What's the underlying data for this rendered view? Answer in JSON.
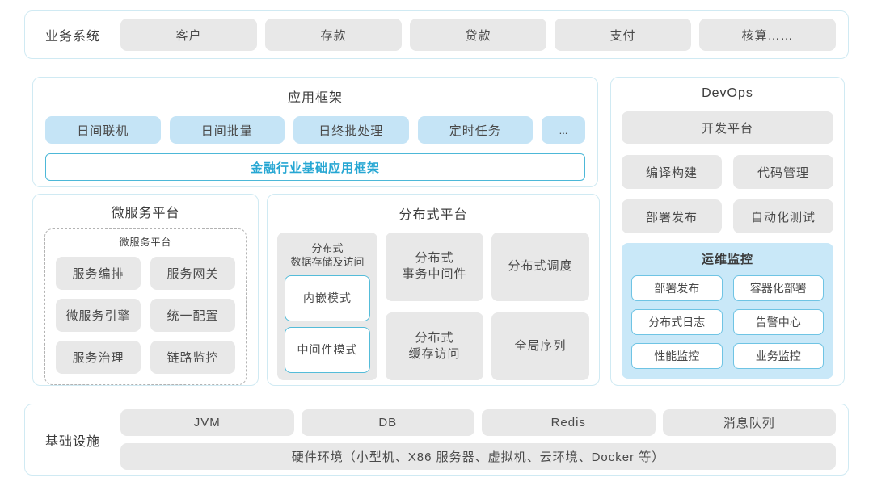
{
  "business": {
    "label": "业务系统",
    "items": [
      "客户",
      "存款",
      "贷款",
      "支付",
      "核算……"
    ]
  },
  "app_framework": {
    "title": "应用框架",
    "chips": [
      "日间联机",
      "日间批量",
      "日终批处理",
      "定时任务",
      "..."
    ],
    "base": "金融行业基础应用框架"
  },
  "microservice": {
    "title": "微服务平台",
    "inner_title": "微服务平台",
    "items": [
      "服务编排",
      "服务网关",
      "微服务引擎",
      "统一配置",
      "服务治理",
      "链路监控"
    ]
  },
  "distributed": {
    "title": "分布式平台",
    "storage": {
      "line1": "分布式",
      "line2": "数据存储及访问",
      "modes": [
        "内嵌模式",
        "中间件模式"
      ]
    },
    "columns": [
      {
        "cells": [
          {
            "l1": "分布式",
            "l2": "事务中间件"
          },
          {
            "l1": "分布式",
            "l2": "缓存访问"
          }
        ]
      },
      {
        "cells": [
          {
            "l1": "分布式调度",
            "l2": ""
          },
          {
            "l1": "全局序列",
            "l2": ""
          }
        ]
      }
    ]
  },
  "devops": {
    "title": "DevOps",
    "platform": "开发平台",
    "tools": [
      "编译构建",
      "代码管理",
      "部署发布",
      "自动化测试"
    ],
    "monitor": {
      "title": "运维监控",
      "items": [
        "部署发布",
        "容器化部署",
        "分布式日志",
        "告警中心",
        "性能监控",
        "业务监控"
      ]
    }
  },
  "infrastructure": {
    "label": "基础设施",
    "items": [
      "JVM",
      "DB",
      "Redis",
      "消息队列"
    ],
    "hardware": "硬件环境（小型机、X86 服务器、虚拟机、云环境、Docker 等）"
  },
  "colors": {
    "accent_cyan_text": "#27a7d3",
    "cyan_border": "#4db8d8",
    "chip_blue": "#c5e4f6",
    "panel_blue": "#c9e8f8",
    "chip_gray": "#e8e8e8",
    "section_border": "#d0eaf3"
  }
}
